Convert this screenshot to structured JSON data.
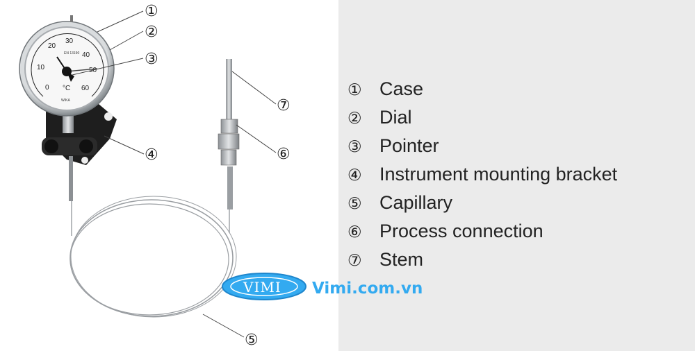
{
  "callouts": [
    {
      "num": "①",
      "label": "Case"
    },
    {
      "num": "②",
      "label": "Dial"
    },
    {
      "num": "③",
      "label": "Pointer"
    },
    {
      "num": "④",
      "label": "Instrument mounting bracket"
    },
    {
      "num": "⑤",
      "label": "Capillary"
    },
    {
      "num": "⑥",
      "label": "Process connection"
    },
    {
      "num": "⑦",
      "label": "Stem"
    }
  ],
  "dial": {
    "scale": [
      "0",
      "10",
      "20",
      "30",
      "40",
      "50",
      "60"
    ],
    "unit": "°C",
    "small_text": [
      "EN 13190",
      "WIKA"
    ]
  },
  "watermark": {
    "logo_text": "VIMI",
    "site": "Vimi.com.vn",
    "color": "#33aaf0"
  }
}
